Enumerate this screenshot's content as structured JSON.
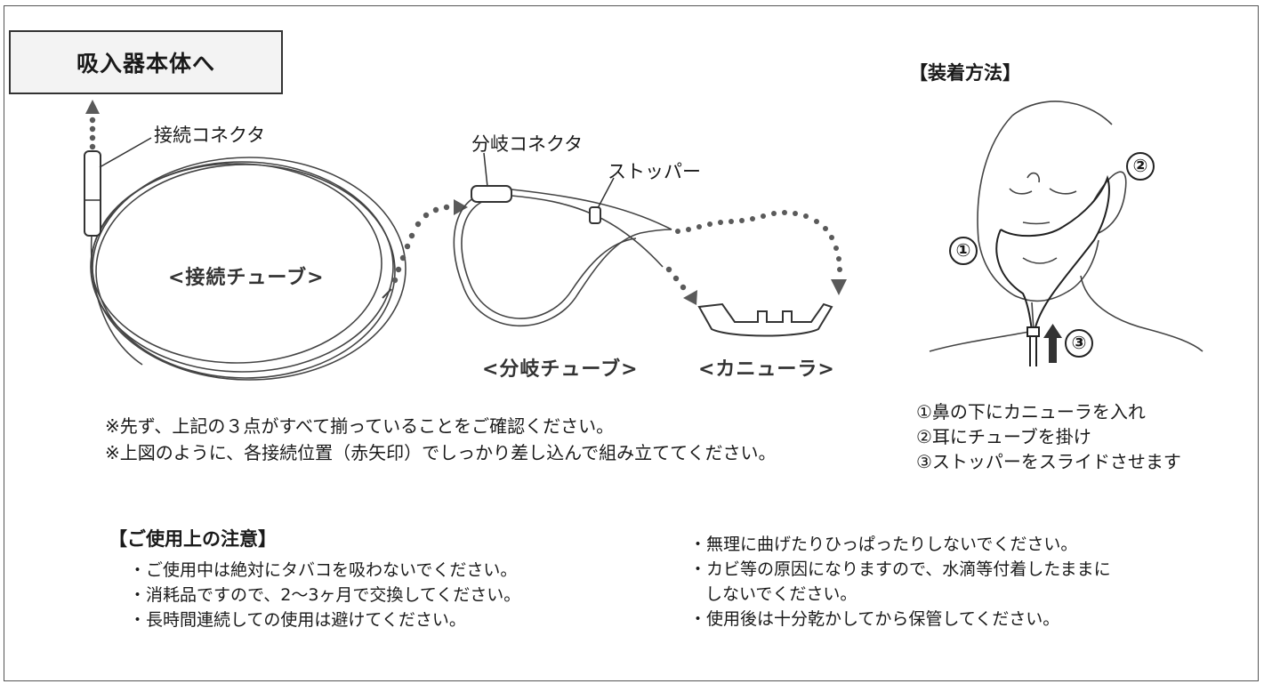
{
  "destination_box": {
    "label": "吸入器本体へ"
  },
  "parts": {
    "connector_label": "接続コネクタ",
    "branch_connector_label": "分岐コネクタ",
    "stopper_label": "ストッパー",
    "connect_tube_caption": "<接続チューブ>",
    "branch_tube_caption": "<分岐チューブ>",
    "cannula_caption": "<カニューラ>"
  },
  "notes": [
    "※先ず、上記の３点がすべて揃っていることをご確認ください。",
    "※上図のように、各接続位置（赤矢印）でしっかり差し込んで組み立ててください。"
  ],
  "wearing": {
    "title": "【装着方法】",
    "markers": [
      "①",
      "②",
      "③"
    ],
    "steps": [
      "①鼻の下にカニューラを入れ",
      "②耳にチューブを掛け",
      "③ストッパーをスライドさせます"
    ]
  },
  "precautions": {
    "title": "【ご使用上の注意】",
    "left": [
      "・ご使用中は絶対にタバコを吸わないでください。",
      "・消耗品ですので、2〜3ヶ月で交換してください。",
      "・長時間連続しての使用は避けてください。"
    ],
    "right": [
      "・無理に曲げたりひっぱったりしないでください。",
      "・カビ等の原因になりますので、水滴等付着したままに",
      "しないでください。",
      "・使用後は十分乾かしてから保管してください。"
    ]
  },
  "colors": {
    "arrow": "#5a5a5a",
    "line": "#333333",
    "frame": "#555555"
  }
}
